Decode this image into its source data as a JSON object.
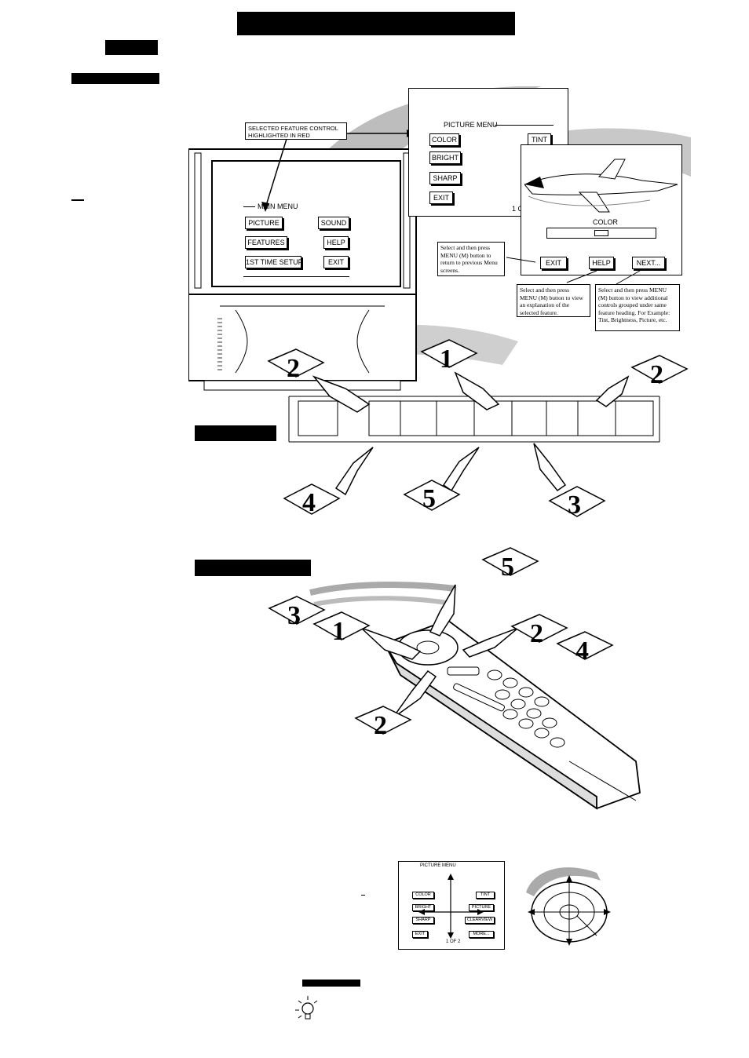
{
  "tv_main_menu": {
    "title": "MAIN MENU",
    "items": [
      "PICTURE",
      "SOUND",
      "FEATURES",
      "HELP",
      "1ST TIME SETUP",
      "EXIT"
    ]
  },
  "callout_selected": "SELECTED FEATURE CONTROL HIGHLIGHTED IN RED",
  "picture_menu": {
    "title": "PICTURE MENU",
    "items": [
      "COLOR",
      "TINT",
      "BRIGHT",
      "SHARP",
      "EXIT"
    ],
    "page": "1 OF 2"
  },
  "color_screen": {
    "label": "COLOR",
    "buttons": [
      "EXIT",
      "HELP",
      "NEXT..."
    ]
  },
  "notes": {
    "exit_note": "Select and then press MENU (M) button to return to previous Menu screens.",
    "help_note": "Select and then press MENU (M) button to view an explanation of the selected feature.",
    "next_note": "Select and then press MENU (M) button to view additional controls grouped under same feature heading. For Example: Tint, Brightness, Picture, etc."
  },
  "step_cards": {
    "top_row": [
      "2",
      "1",
      "2"
    ],
    "bottom_row": [
      "4",
      "5",
      "3"
    ],
    "remote": [
      "5",
      "3",
      "1",
      "2",
      "4",
      "2"
    ]
  },
  "small_picture_menu": {
    "title": "PICTURE MENU",
    "left_items": [
      "COLOR",
      "BRIGHT",
      "SHARP",
      "EXIT"
    ],
    "right_items": [
      "TINT",
      "PICTURE",
      "CLEARVIEW",
      "MORE..."
    ],
    "page": "1 OF 2"
  },
  "icons": [
    "lightbulb-icon",
    "pointing-hand-icon",
    "remote-control-icon",
    "cursor-arrows-icon"
  ]
}
